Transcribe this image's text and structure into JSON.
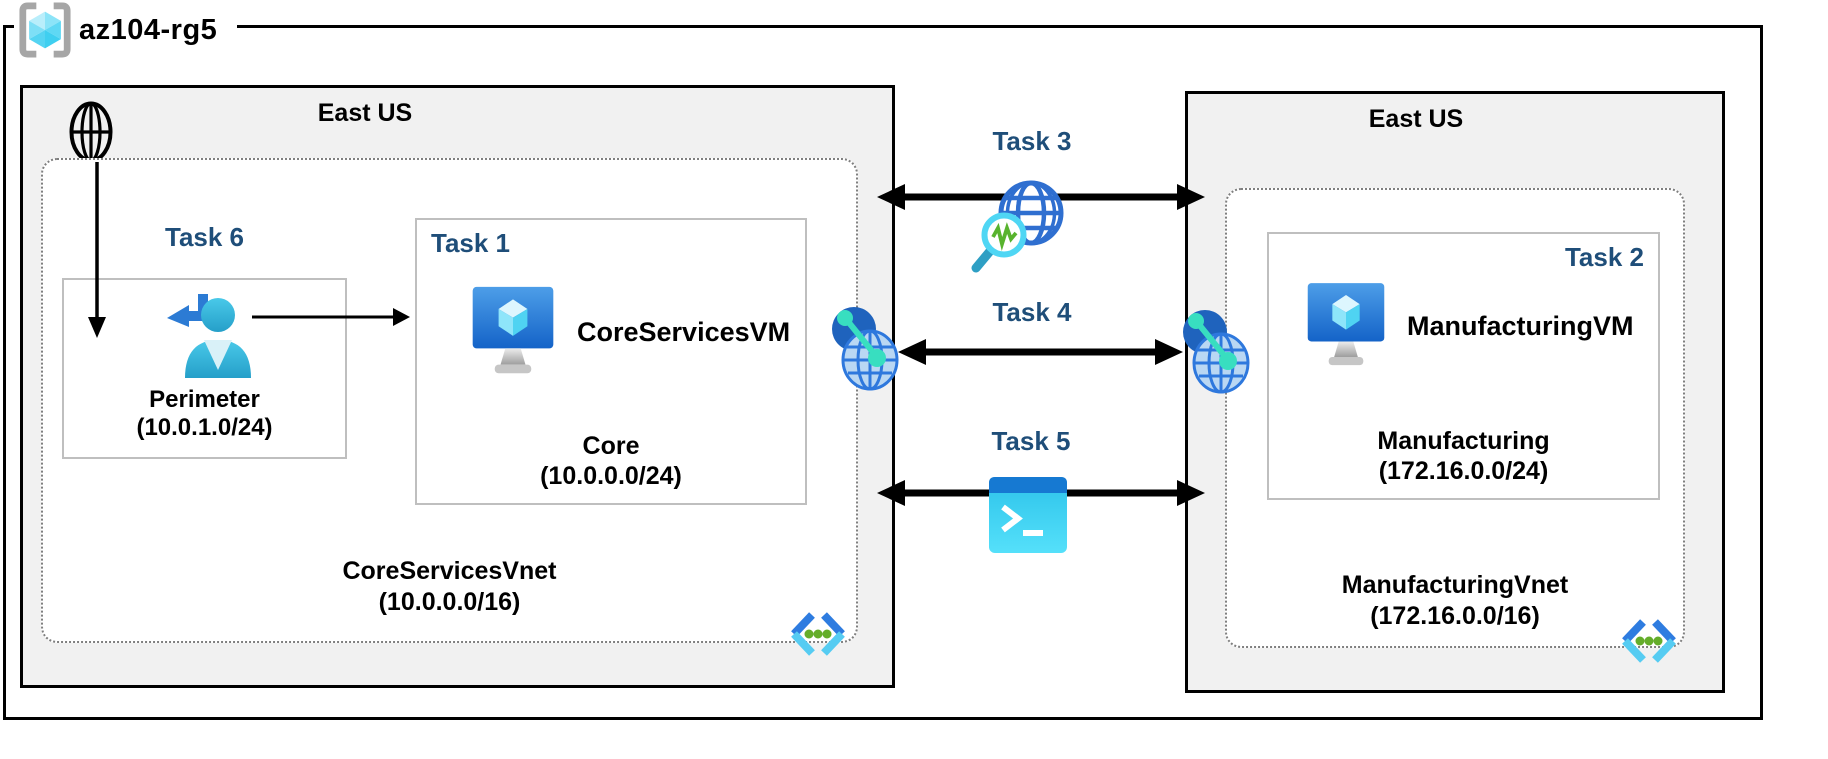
{
  "resource_group": {
    "name": "az104-rg5",
    "icon": "resource-group-icon"
  },
  "regions": {
    "left": {
      "name": "East US",
      "internet_icon": "internet-globe-icon",
      "vnet": {
        "name": "CoreServicesVnet",
        "cidr": "(10.0.0.0/16)",
        "icon": "virtual-network-icon",
        "perimeter_subnet": {
          "task_label": "Task 6",
          "name": "Perimeter",
          "cidr": "(10.0.1.0/24)",
          "icon": "user-signin-icon"
        },
        "core_subnet": {
          "task_label": "Task 1",
          "vm_name": "CoreServicesVM",
          "name": "Core",
          "cidr": "(10.0.0.0/24)",
          "icon": "virtual-machine-icon"
        }
      }
    },
    "right": {
      "name": "East US",
      "vnet": {
        "name": "ManufacturingVnet",
        "cidr": "(172.16.0.0/16)",
        "icon": "virtual-network-icon",
        "manufacturing_subnet": {
          "task_label": "Task 2",
          "vm_name": "ManufacturingVM",
          "name": "Manufacturing",
          "cidr": "(172.16.0.0/24)",
          "icon": "virtual-machine-icon"
        }
      }
    }
  },
  "connectors": {
    "task3": {
      "label": "Task 3",
      "icon": "network-watcher-icon",
      "type": "bidirectional-arrow"
    },
    "task4": {
      "label": "Task 4",
      "icon": "vnet-peering-icon",
      "type": "bidirectional-arrow"
    },
    "task5": {
      "label": "Task 5",
      "icon": "cloud-shell-icon",
      "type": "bidirectional-arrow"
    }
  },
  "colors": {
    "task_label": "#1F4E79",
    "region_background": "#F1F1F1",
    "outline": "#000000",
    "subnet_border": "#BFBFBF",
    "vnet_dotted_border": "#7F7F7F",
    "azure_blue": "#2E7CE0",
    "cyan": "#50E6FF",
    "teal_link": "#38DEC0",
    "green_dots": "#64AD2A",
    "shell_header_blue": "#1679D2",
    "shell_body_cyan": "#3FD2F2",
    "person_blue": "#35B4DC",
    "monitor_blue_top": "#4D9EE8",
    "monitor_blue_bottom": "#1463C8",
    "dark_peering_blue": "#1F63BD",
    "bracket_gray": "#A6A6A6"
  }
}
